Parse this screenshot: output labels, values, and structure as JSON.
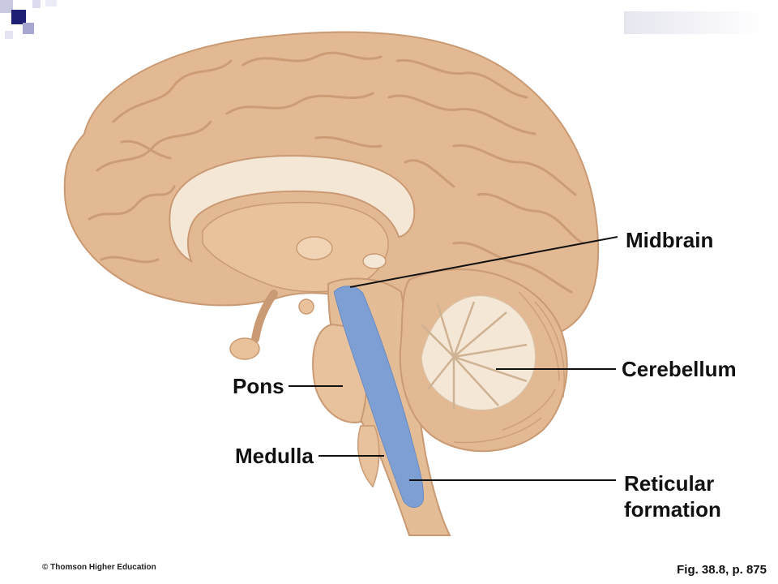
{
  "labels": {
    "midbrain": "Midbrain",
    "cerebellum": "Cerebellum",
    "pons": "Pons",
    "medulla": "Medulla",
    "reticular_line1": "Reticular",
    "reticular_line2": "formation"
  },
  "footer": {
    "credit": "© Thomson Higher Education",
    "figure_ref": "Fig. 38.8, p. 875"
  },
  "colors": {
    "brain_tissue": "#e2b993",
    "brain_outline": "#c99a73",
    "white_matter": "#f4e7d6",
    "reticular_formation": "#7e9fd4",
    "corner_accent": "#1f1f73"
  }
}
